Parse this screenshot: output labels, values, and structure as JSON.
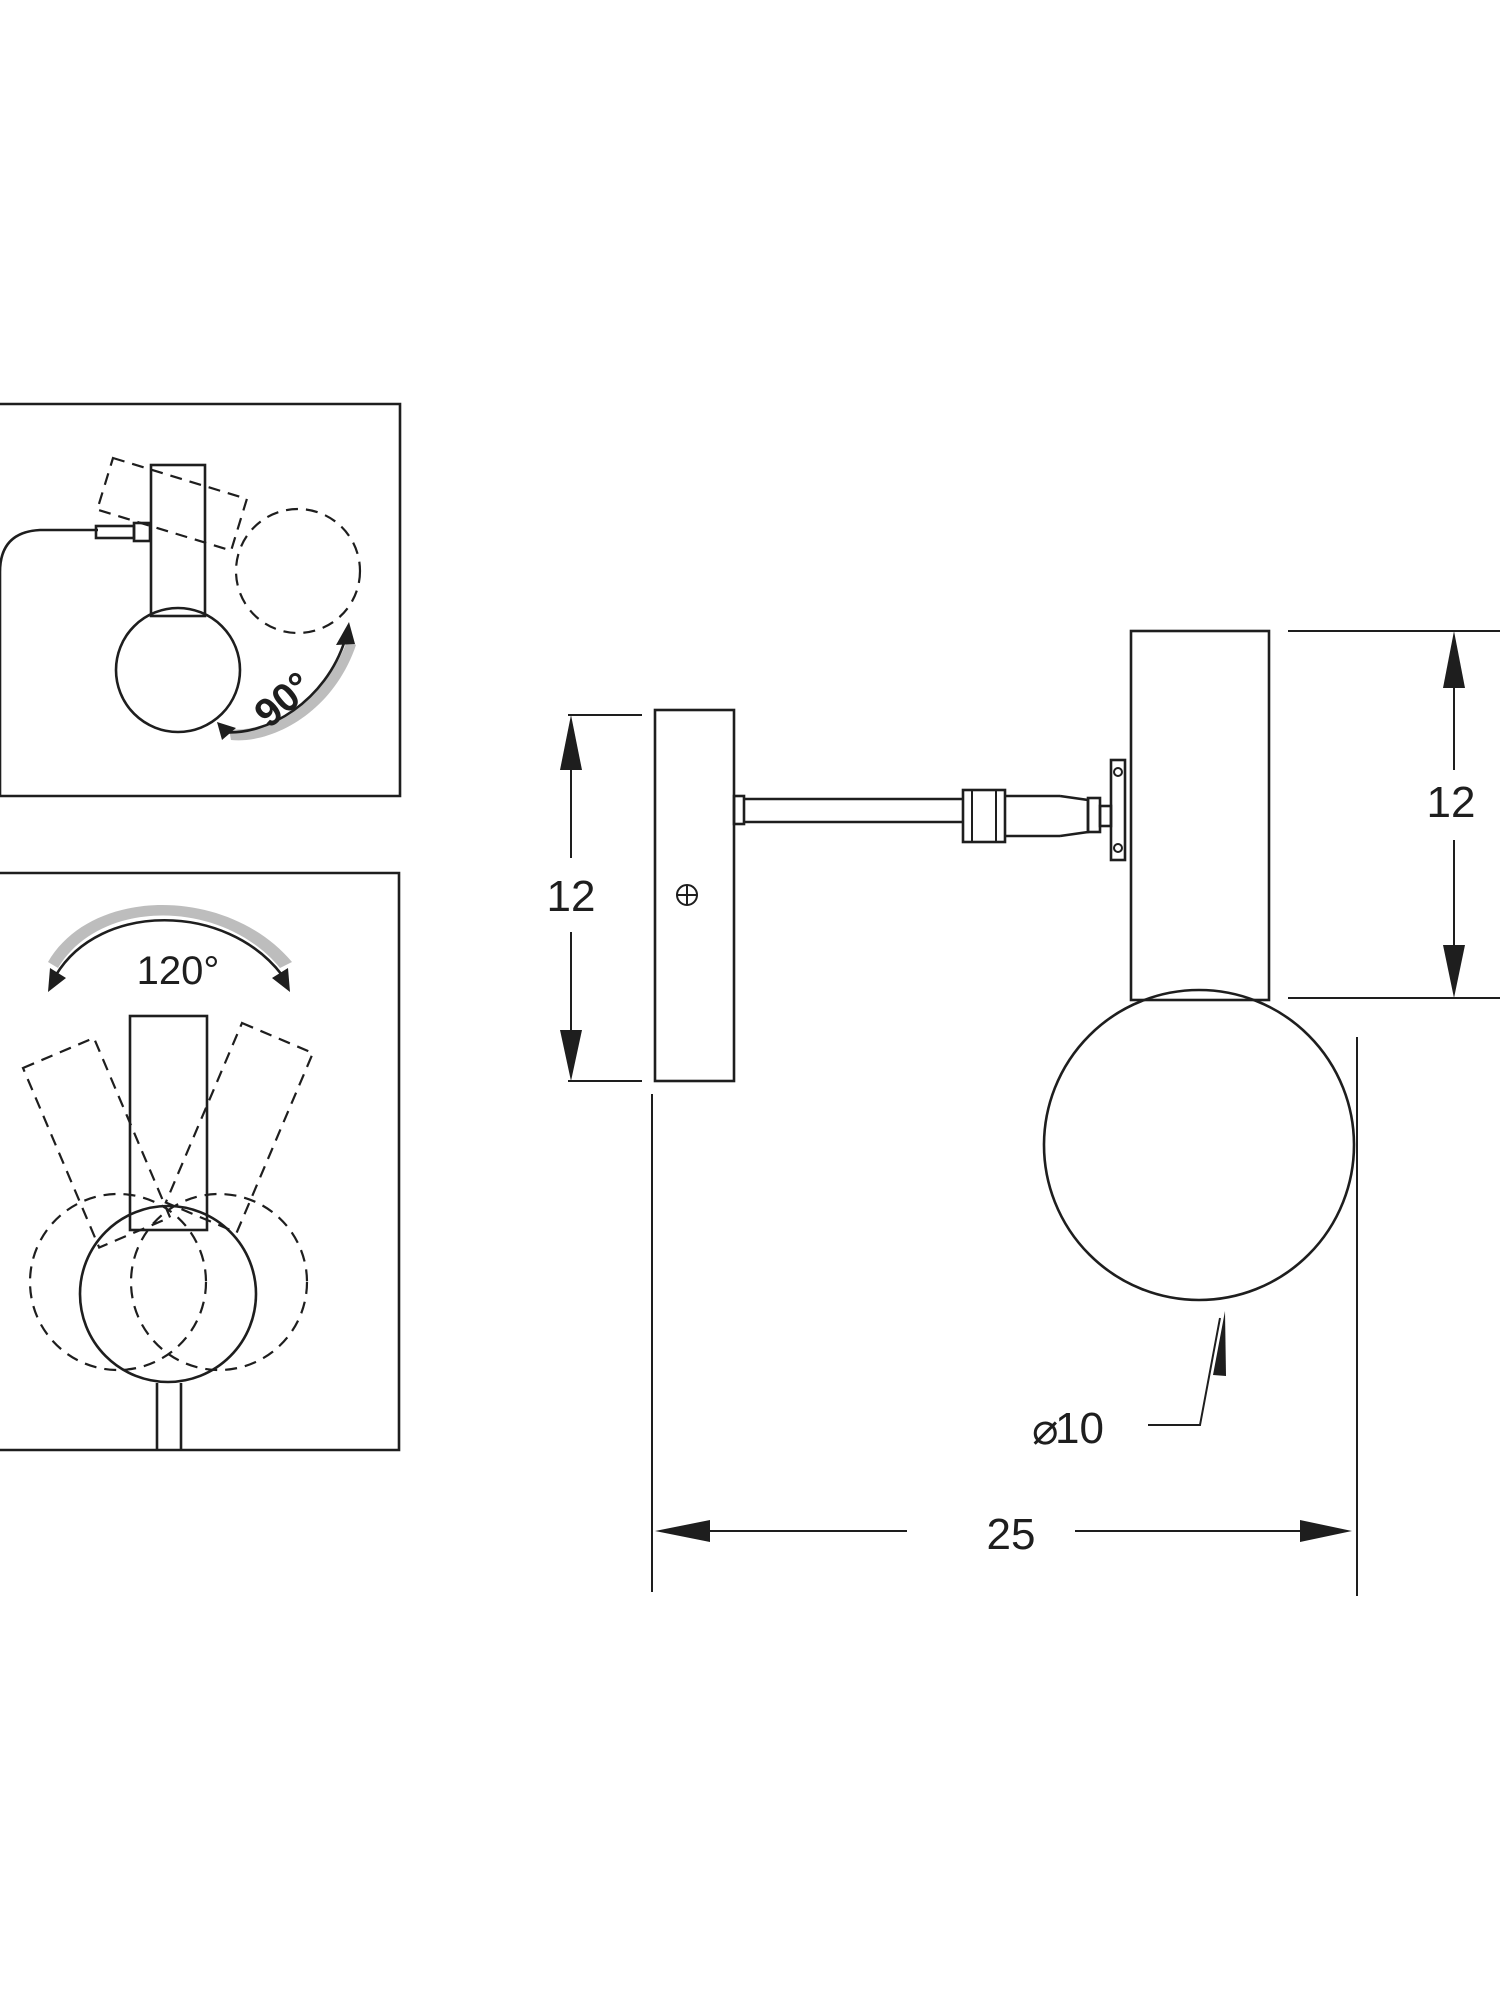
{
  "dimensions": {
    "wall_plate_height": "12",
    "lamp_body_height": "12",
    "globe_diameter": "10",
    "diameter_symbol": "⌀",
    "overall_depth": "25"
  },
  "rotation": {
    "vertical_tilt": "90°",
    "horizontal_swivel": "120°"
  }
}
